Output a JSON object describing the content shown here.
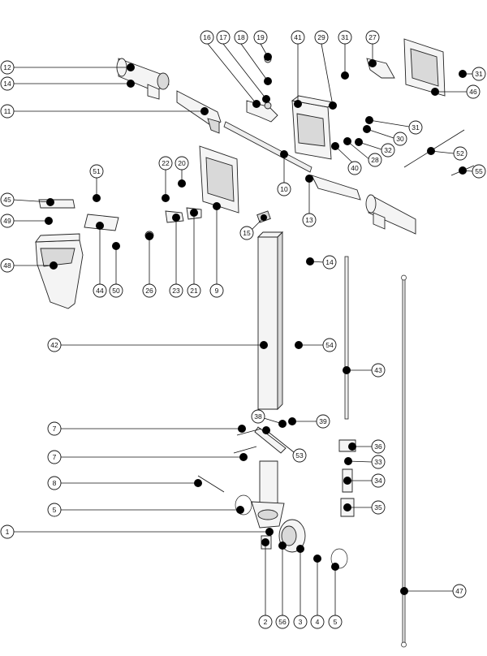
{
  "diagram": {
    "labels": {
      "c12": "12",
      "c14a": "14",
      "c11": "11",
      "c16": "16",
      "c17": "17",
      "c18": "18",
      "c19": "19",
      "c41": "41",
      "c29": "29",
      "c31a": "31",
      "c27": "27",
      "c31b": "31",
      "c46": "46",
      "c31c": "31",
      "c30": "30",
      "c32": "32",
      "c28": "28",
      "c40": "40",
      "c52": "52",
      "c55": "55",
      "c51": "51",
      "c45": "45",
      "c49": "49",
      "c48": "48",
      "c44": "44",
      "c50": "50",
      "c22": "22",
      "c20": "20",
      "c26": "26",
      "c23": "23",
      "c21": "21",
      "c9": "9",
      "c10": "10",
      "c13": "13",
      "c15": "15",
      "c14b": "14",
      "c42": "42",
      "c54": "54",
      "c43": "43",
      "c38": "38",
      "c39": "39",
      "c7a": "7",
      "c53": "53",
      "c7b": "7",
      "c36": "36",
      "c33": "33",
      "c8": "8",
      "c34": "34",
      "c5a": "5",
      "c35": "35",
      "c1": "1",
      "c47": "47",
      "c2": "2",
      "c56": "56",
      "c3": "3",
      "c4": "4",
      "c5b": "5"
    }
  }
}
